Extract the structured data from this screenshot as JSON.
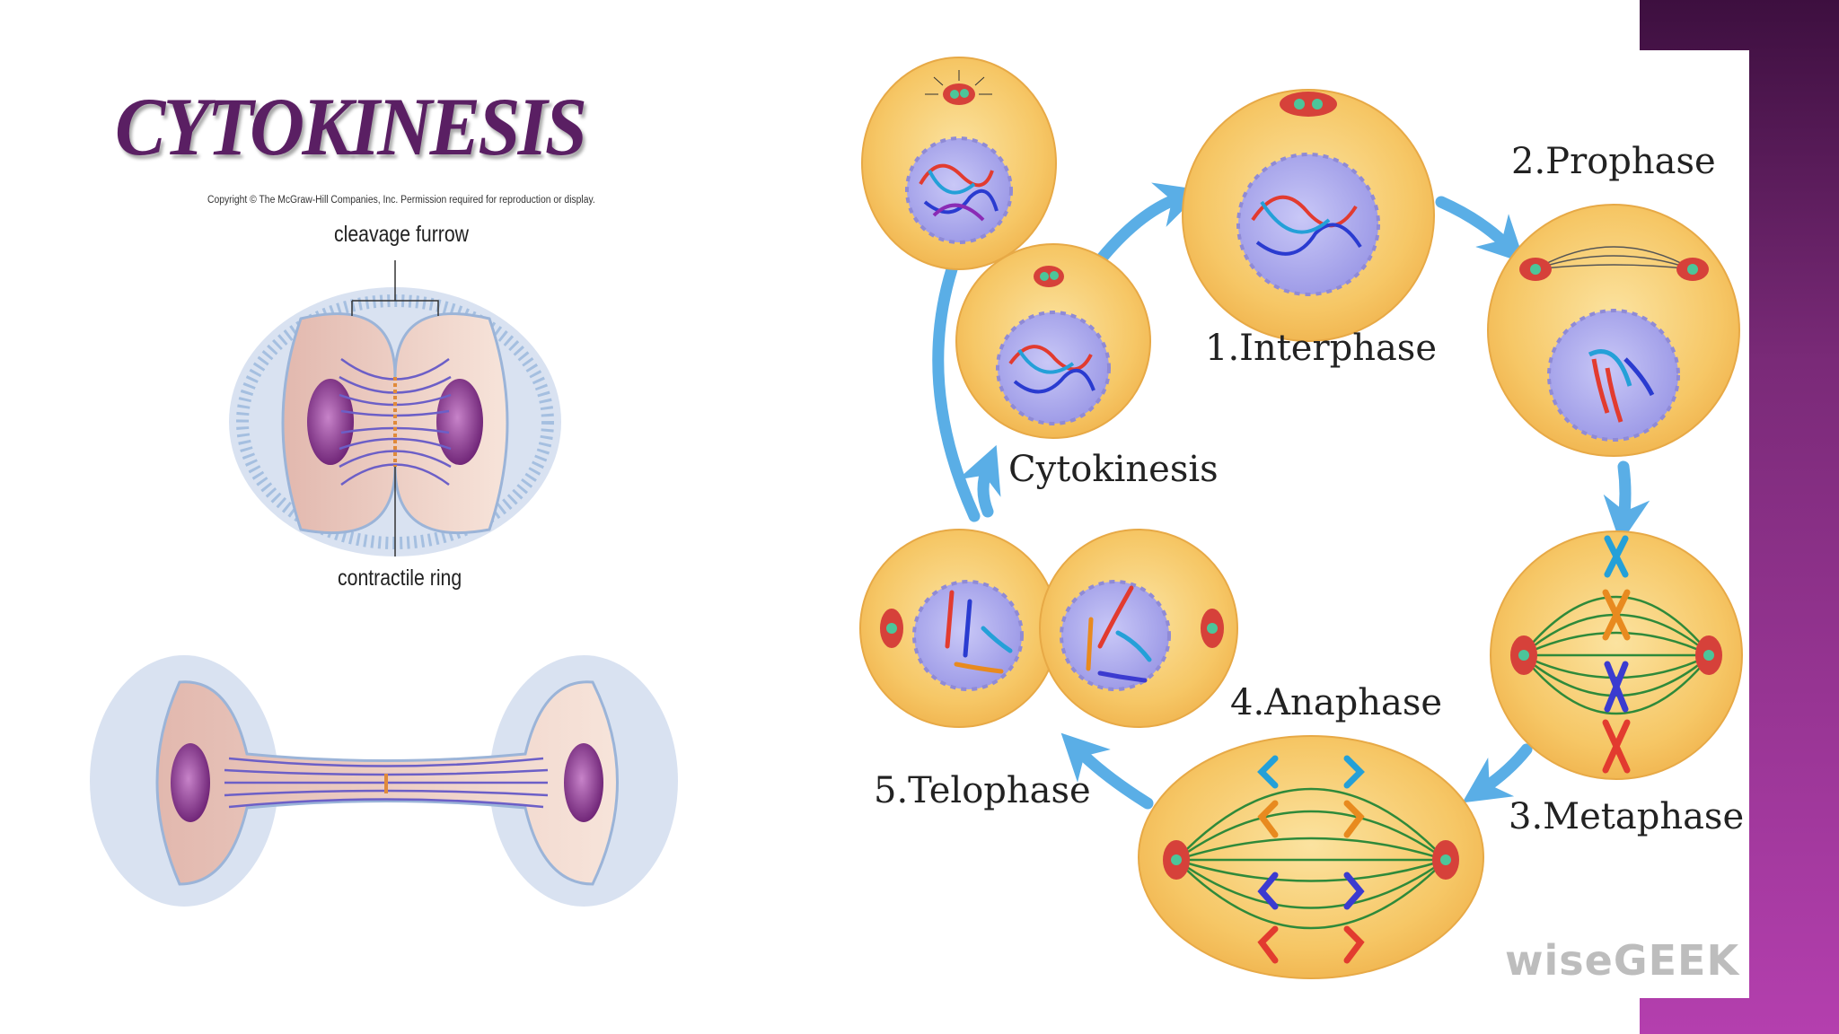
{
  "slide": {
    "title": "CYTOKINESIS",
    "copyright": "Copyright © The McGraw-Hill Companies, Inc. Permission required for reproduction or display.",
    "left_diagram": {
      "label_top": "cleavage furrow",
      "label_bottom": "contractile ring"
    },
    "cycle_diagram": {
      "stages": {
        "interphase": "1.Interphase",
        "prophase": "2.Prophase",
        "metaphase": "3.Metaphase",
        "anaphase": "4.Anaphase",
        "telophase": "5.Telophase",
        "cytokinesis": "Cytokinesis"
      },
      "watermark": "wiseGEEK"
    },
    "colors": {
      "title": "#5a1f63",
      "cell_fill": "#f6c766",
      "nucleus": "#a9a8ee",
      "arrow": "#5aaee6",
      "accent_bar": "#a03a9a"
    }
  }
}
